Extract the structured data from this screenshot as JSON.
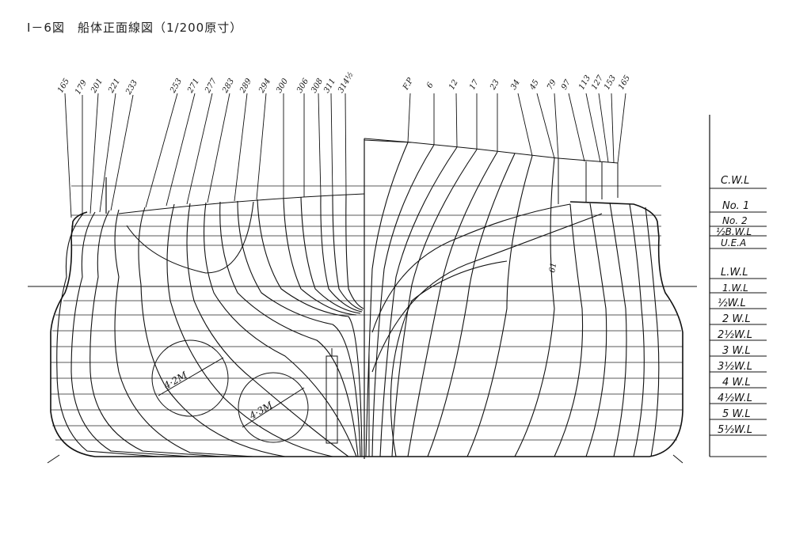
{
  "title": "Ⅰ－6図　船体正面線図（1/200原寸）",
  "station_labels_aft": [
    "165",
    "179",
    "201",
    "221",
    "233",
    "253",
    "271",
    "277",
    "283",
    "289",
    "294",
    "300",
    "306",
    "308",
    "311",
    "314½"
  ],
  "station_labels_fwd": [
    "F.P",
    "6",
    "12",
    "17",
    "23",
    "34",
    "45",
    "79",
    "97",
    "113",
    "127",
    "153",
    "165"
  ],
  "waterlines": [
    "C.W.L",
    "No. 1",
    "No. 2",
    "½B.W.L",
    "U.E.A",
    "L.W.L",
    "1.W.L",
    "½W.L",
    "2 W.L",
    "2½W.L",
    "3 W.L",
    "3½W.L",
    "4 W.L",
    "4½W.L",
    "5 W.L",
    "5½W.L"
  ],
  "circle_labels": [
    "4·2M",
    "4·3M"
  ],
  "frame_mark": "61",
  "colors": {
    "ink": "#111111",
    "paper": "#ffffff"
  }
}
